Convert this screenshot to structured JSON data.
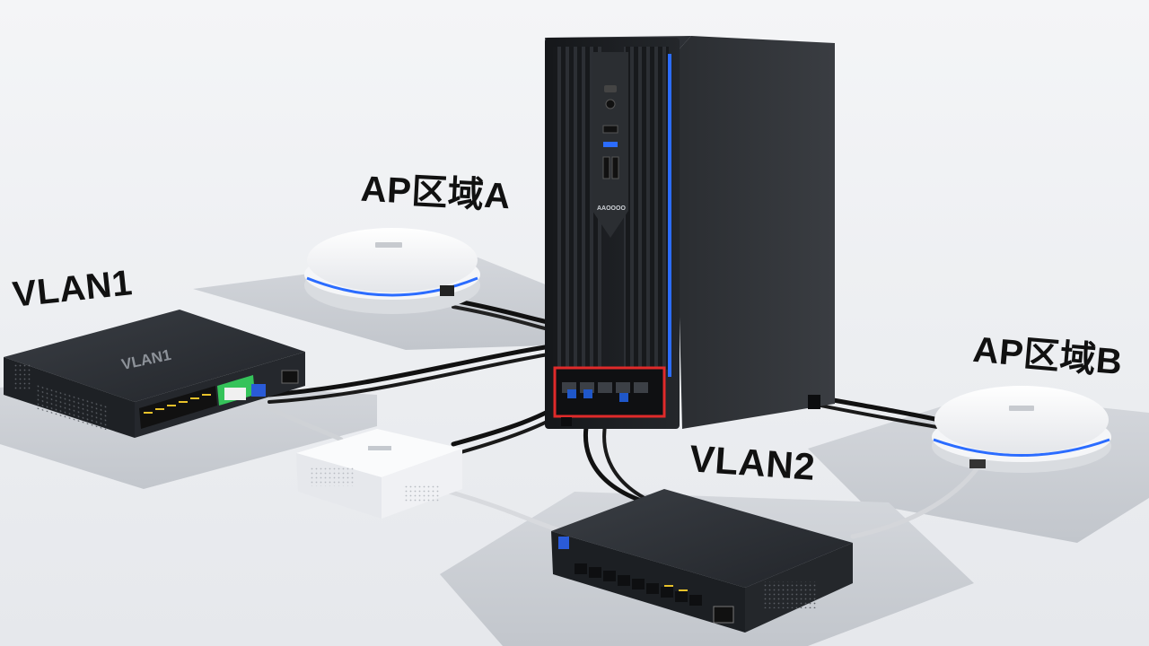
{
  "labels": {
    "vlan1": "VLAN1",
    "ap_zone_a": "AP区域A",
    "ap_zone_b": "AP区域B",
    "vlan2": "VLAN2"
  },
  "devices": {
    "switch_left_label": "VLAN1",
    "tower_brand": "AAOOOO"
  },
  "colors": {
    "tower": "#1e2023",
    "switch": "#2b2e33",
    "led_blue": "#2b6cff",
    "port_highlight": "#e02a2a",
    "port_yellow": "#e8c22a",
    "port_green": "#35c35a"
  }
}
